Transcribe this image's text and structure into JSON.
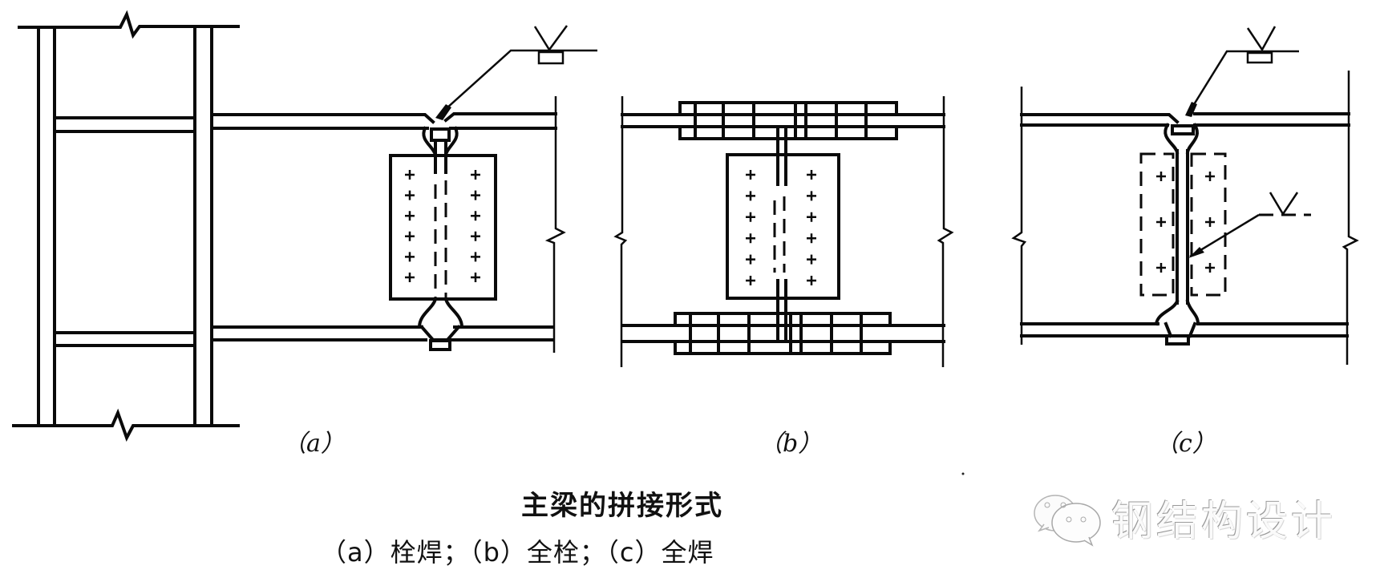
{
  "figure": {
    "title": "主梁的拼接形式",
    "subtitle": "（a）栓焊；（b）全栓；（c）全焊",
    "panels": [
      {
        "id": "a",
        "label": "（a）",
        "type": "bolted-welded",
        "description": "栓焊",
        "bolt_rows_per_side": 6,
        "bolt_cols": 2
      },
      {
        "id": "b",
        "label": "（b）",
        "type": "fully-bolted",
        "description": "全栓",
        "bolt_rows_per_side": 6,
        "bolt_cols": 2
      },
      {
        "id": "c",
        "label": "（c）",
        "type": "fully-welded",
        "description": "全焊",
        "bolt_rows_per_side": 3,
        "bolt_cols": 2
      }
    ]
  },
  "watermark": {
    "icon": "wechat-icon",
    "text": "钢结构设计"
  },
  "colors": {
    "line": "#0a0a0a",
    "background": "#ffffff",
    "watermark": "#d9d9d9"
  }
}
